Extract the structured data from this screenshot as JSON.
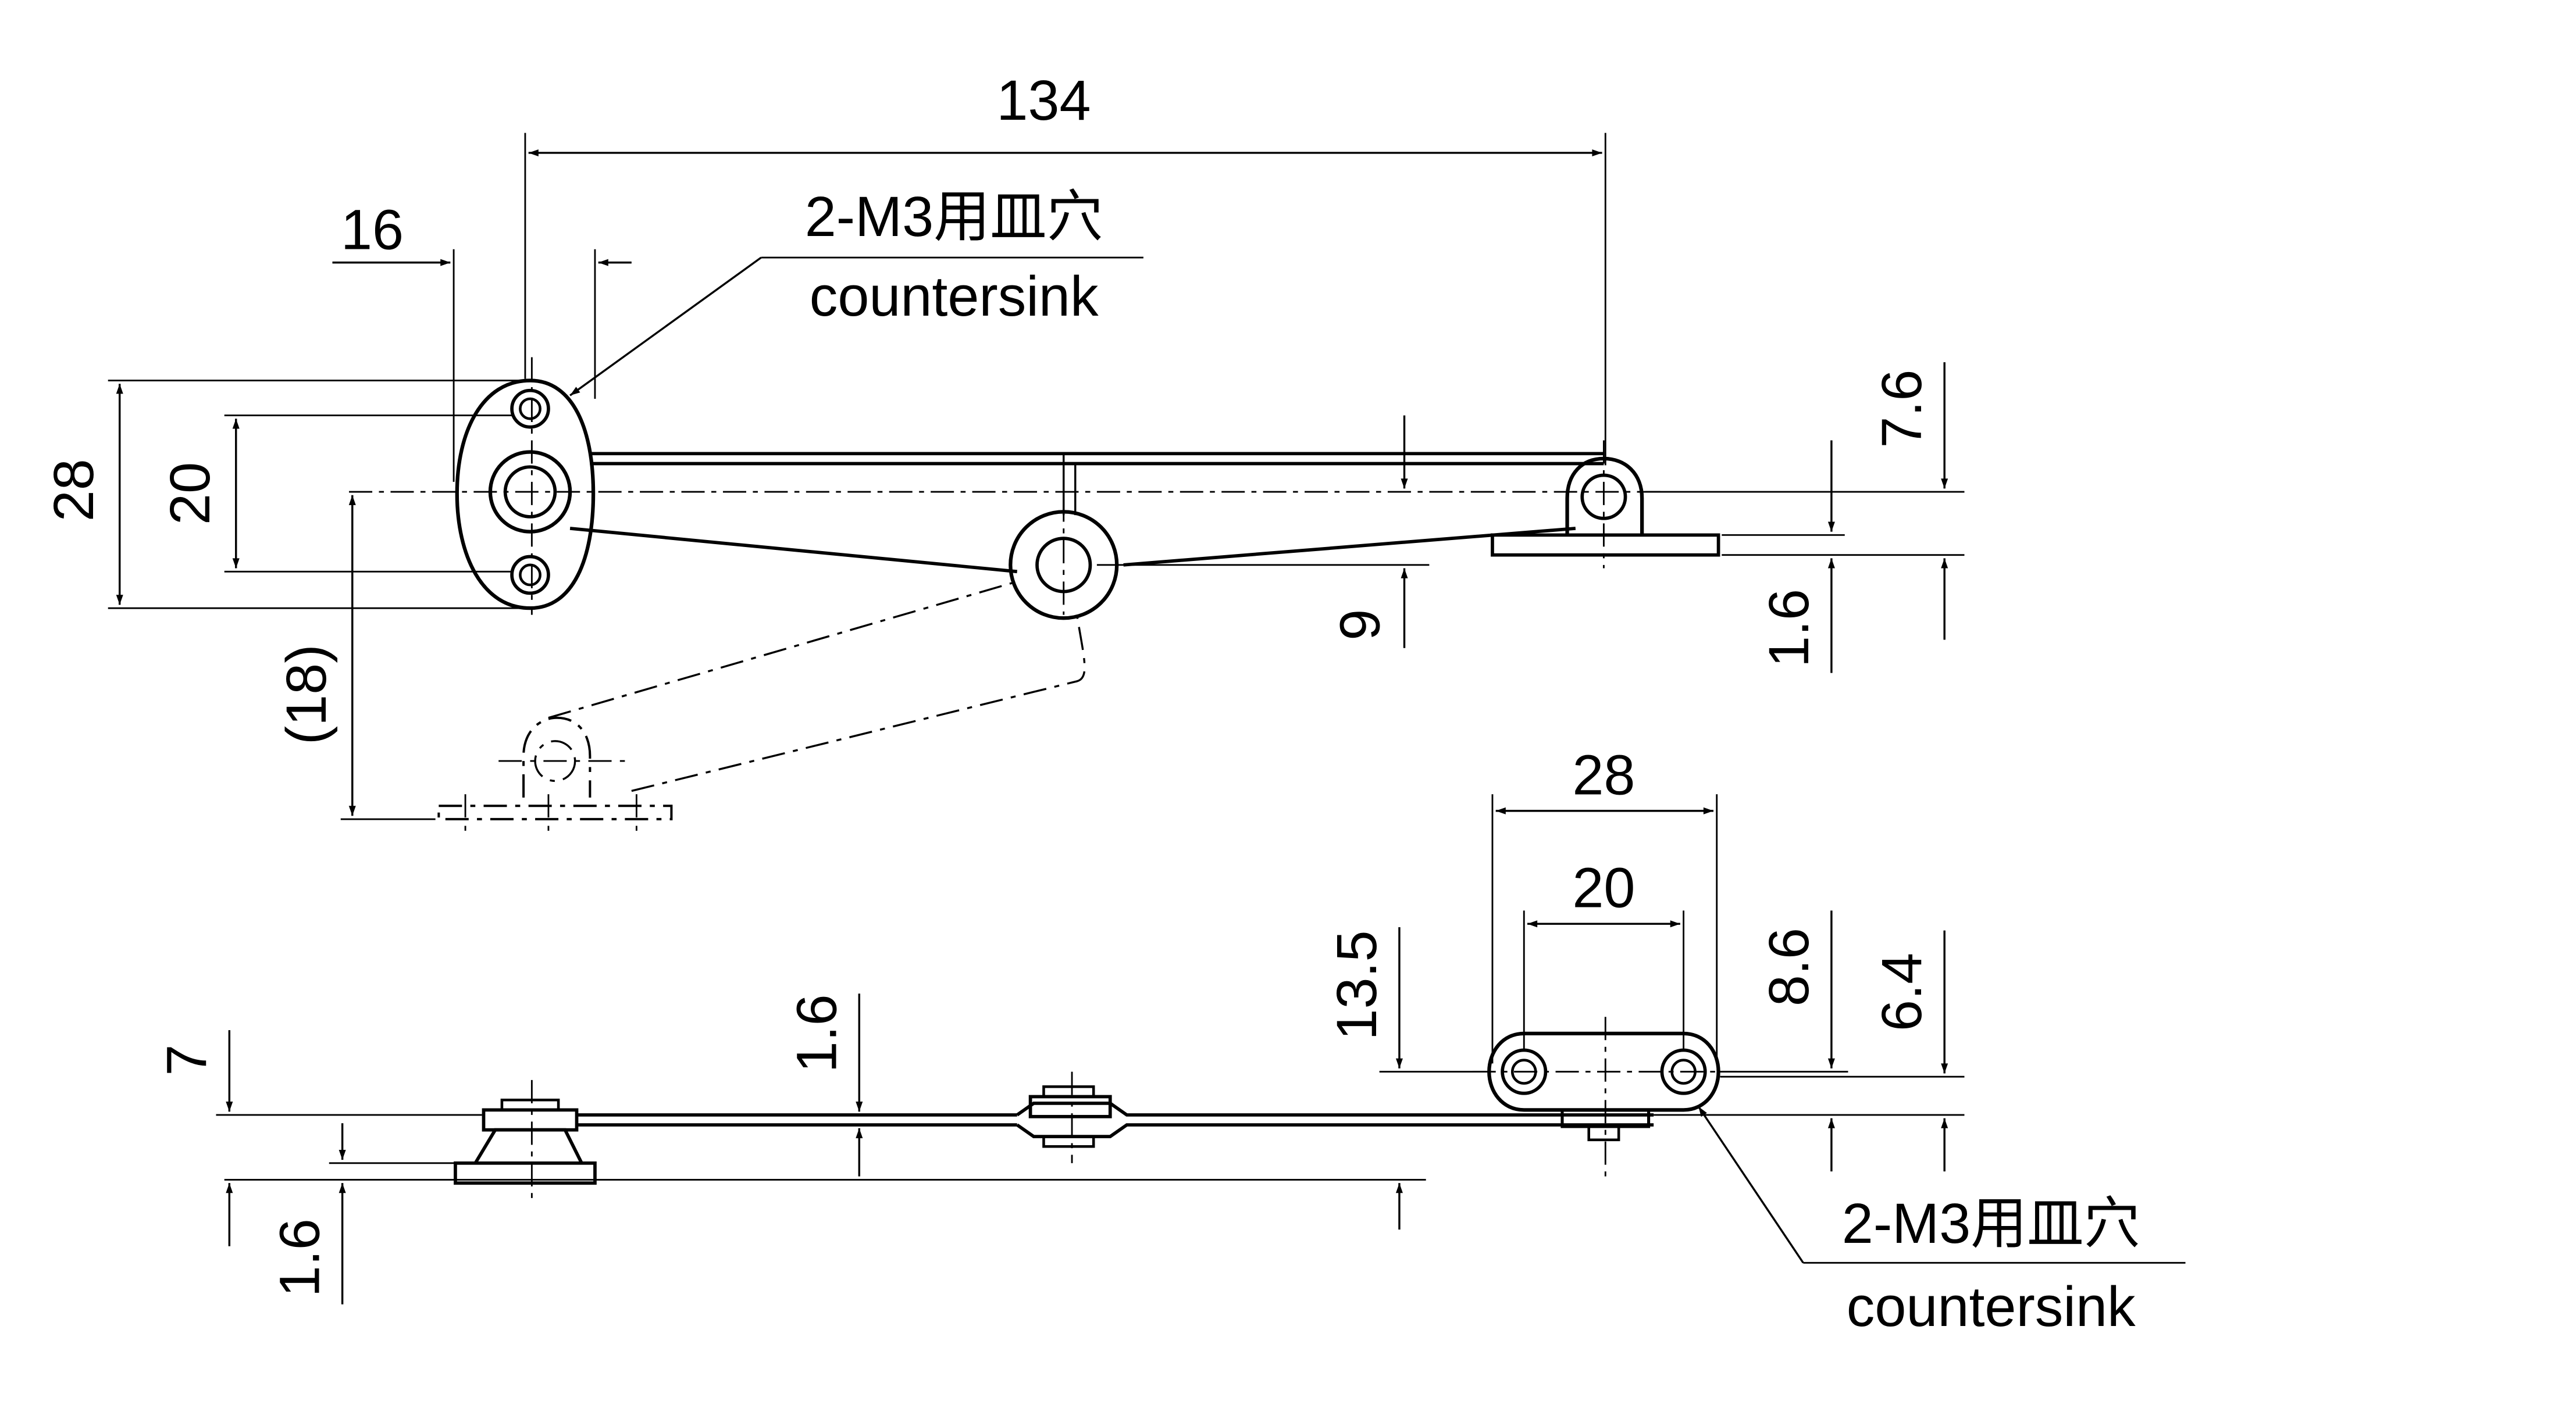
{
  "top_view": {
    "dim_overall_length": "134",
    "dim_top_pitch": "16",
    "dim_top_height_outer": "28",
    "dim_top_height_inner": "20",
    "dim_swing": "(18)",
    "dim_arm_offset": "9",
    "dim_right_height": "7.6",
    "dim_right_thickness": "1.6",
    "callout_spec": "2-M3用皿穴",
    "callout_en": "countersink"
  },
  "bottom_view": {
    "dim_bracket_outer": "28",
    "dim_bracket_inner": "20",
    "dim_height_135": "13.5",
    "dim_height_86": "8.6",
    "dim_height_64": "6.4",
    "dim_left_height": "7",
    "dim_left_thickness": "1.6",
    "dim_mid_thickness": "1.6",
    "callout_spec": "2-M3用皿穴",
    "callout_en": "countersink"
  },
  "colors": {
    "ink": "#000000",
    "background": "#ffffff"
  }
}
